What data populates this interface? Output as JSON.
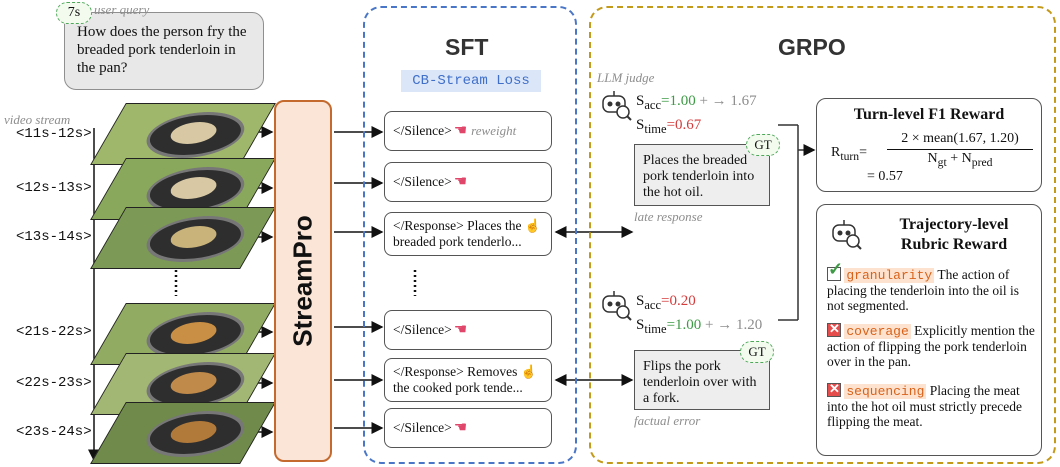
{
  "query": {
    "time": "7s",
    "label": "user query",
    "text": "How does the person fry the breaded pork tenderloin in the pan?"
  },
  "stream": {
    "label": "video stream",
    "frames": [
      "<11s-12s>",
      "<12s-13s>",
      "<13s-14s>",
      "<21s-22s>",
      "<22s-23s>",
      "<23s-24s>"
    ]
  },
  "model": {
    "name": "StreamPro"
  },
  "sft": {
    "title": "SFT",
    "loss": "CB-Stream Loss",
    "silence": "</Silence>",
    "reweight": "reweight",
    "response1_line1": "</Response> Places the",
    "response1_line2": "breaded pork tenderlo...",
    "response2_line1": "</Response> Removes",
    "response2_line2": "the cooked pork tende..."
  },
  "grpo": {
    "title": "GRPO",
    "judge_label": "LLM judge",
    "gt_tag": "GT",
    "case1": {
      "s_acc": "=1.00",
      "s_time": "=0.67",
      "sum": "+ → 1.67",
      "gt_text": "Places the breaded pork tenderloin into the hot oil.",
      "note": "late response"
    },
    "case2": {
      "s_acc": "=0.20",
      "s_time": "=1.00",
      "sum": "+ → 1.20",
      "gt_text": "Flips the pork tenderloin over with a fork.",
      "note": "factual error"
    },
    "s_acc_label": "S",
    "s_acc_sub": "acc",
    "s_time_label": "S",
    "s_time_sub": "time",
    "turn_reward": {
      "title": "Turn-level F1 Reward",
      "r_label": "R",
      "r_sub": "turn",
      "numerator": "2 × mean(1.67, 1.20)",
      "denominator_ngt": "N",
      "denominator_ngt_sub": "gt",
      "denominator_npred": "N",
      "denominator_npred_sub": "pred",
      "result": "= 0.57"
    },
    "traj_reward": {
      "title_line1": "Trajectory-level",
      "title_line2": "Rubric Reward",
      "items": [
        {
          "key": "granularity",
          "text": "The action of placing the tenderloin into the oil is not segmented.",
          "status": "pass"
        },
        {
          "key": "coverage",
          "text": "Explicitly mention the action of flipping the pork tenderloin over in the pan.",
          "status": "fail"
        },
        {
          "key": "sequencing",
          "text": "Placing the meat into the hot oil must strictly precede flipping the meat.",
          "status": "fail"
        }
      ]
    }
  },
  "colors": {
    "sft_border": "#4a76c7",
    "grpo_border": "#c49a1a",
    "streampro_fill": "#fbe5d6",
    "streampro_border": "#c56a2e",
    "good": "#3e9a45",
    "bad": "#d43b3b"
  }
}
